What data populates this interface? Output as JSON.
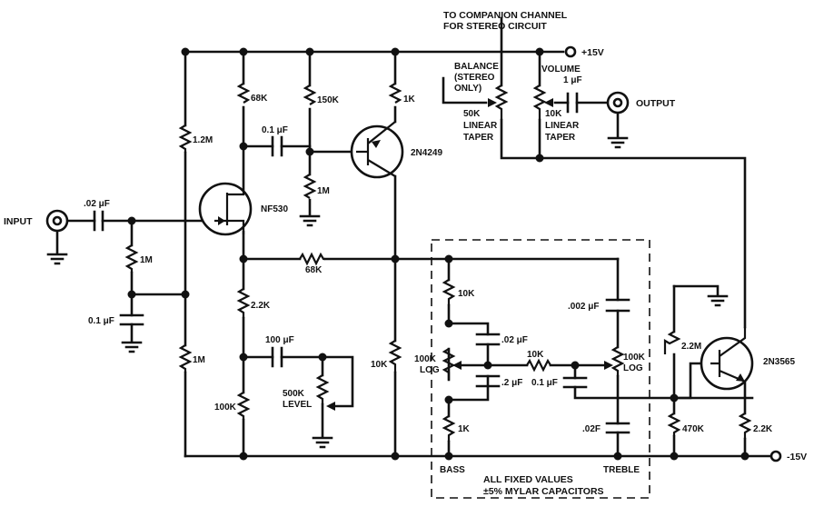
{
  "diagram": {
    "type": "circuit-schematic",
    "title": "Preamplifier with tone, level, balance and volume controls",
    "ports": {
      "input": "INPUT",
      "output": "OUTPUT",
      "pos_supply": "+15V",
      "neg_supply": "-15V",
      "companion_line1": "TO COMPANION CHANNEL",
      "companion_line2": "FOR STEREO CIRCUIT"
    },
    "components": {
      "c_in": ".02 μF",
      "r_in_bias": "1M",
      "c_bias": "0.1 μF",
      "r_bias_top": "1.2M",
      "r_bias_bot": "1M",
      "r_drain": "68K",
      "q1": "NF530",
      "r_source": "2.2K",
      "r_source2": "100K",
      "c_level": "100 μF",
      "pot_level_val": "500K",
      "pot_level_name": "LEVEL",
      "c_couple": "0.1 μF",
      "r_base_top": "150K",
      "r_base_bot": "1M",
      "r_emitter": "1K",
      "q2": "2N4249",
      "r_feedback": "68K",
      "r_collector": "10K",
      "balance_line1": "BALANCE",
      "balance_line2": "(STEREO",
      "balance_line3": "ONLY)",
      "pot_balance_val": "50K",
      "pot_balance_t1": "LINEAR",
      "pot_balance_t2": "TAPER",
      "volume_name": "VOLUME",
      "c_out": "1 μF",
      "pot_volume_val": "10K",
      "pot_volume_t1": "LINEAR",
      "pot_volume_t2": "TAPER",
      "bass_r_top": "10K",
      "bass_c_top": ".02 μF",
      "bass_pot_val": "100K",
      "bass_pot_taper": "LOG",
      "bass_c_bot": ".2 μF",
      "bass_r_bot": "1K",
      "bass_label": "BASS",
      "tone_r_mid": "10K",
      "tone_c_mid": "0.1 μF",
      "treble_c_top": ".002 μF",
      "treble_pot_val": "100K",
      "treble_pot_taper": "LOG",
      "treble_c_bot": ".02F",
      "treble_label": "TREBLE",
      "r_q3_top": "2.2M",
      "r_q3_bot": "470K",
      "q3": "2N3565",
      "r_q3_emitter": "2.2K"
    },
    "note_line1": "ALL FIXED VALUES",
    "note_line2": "±5% MYLAR CAPACITORS"
  }
}
